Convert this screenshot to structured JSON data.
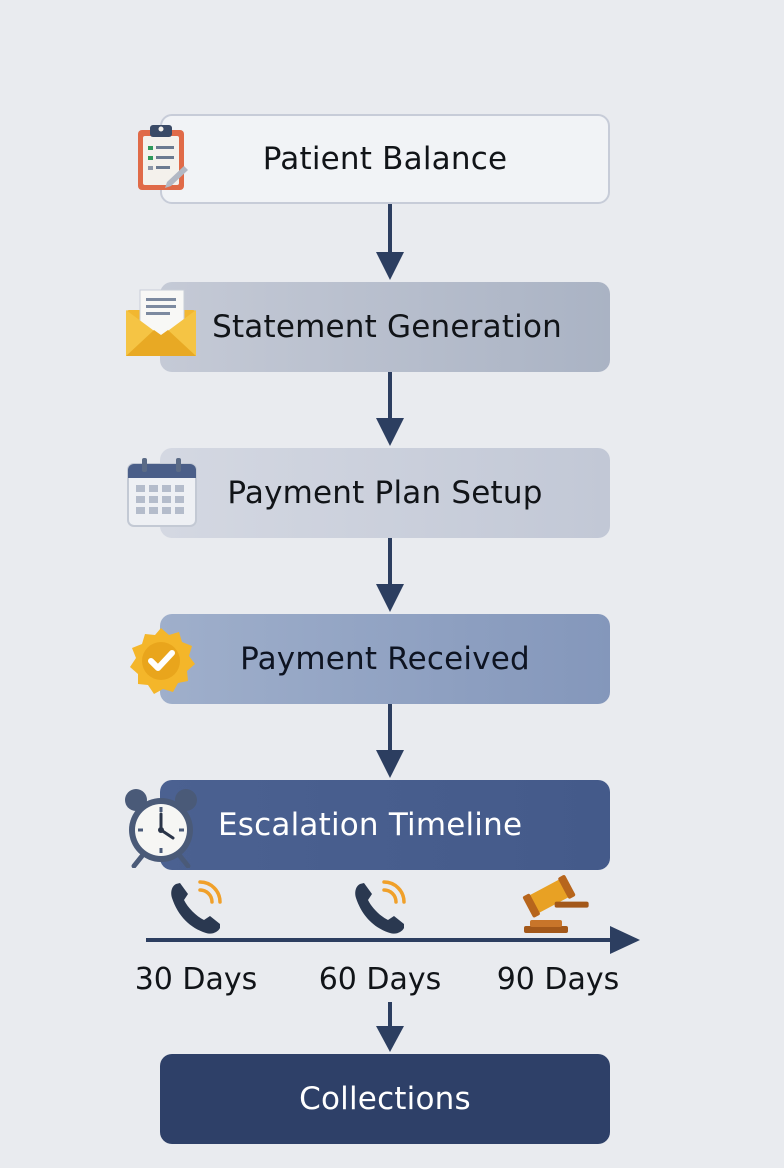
{
  "flow": {
    "steps": [
      {
        "label": "Patient Balance",
        "icon": "clipboard-icon"
      },
      {
        "label": "Statement Generation",
        "icon": "envelope-icon"
      },
      {
        "label": "Payment Plan Setup",
        "icon": "calendar-icon"
      },
      {
        "label": "Payment Received",
        "icon": "check-badge-icon"
      },
      {
        "label": "Escalation Timeline",
        "icon": "alarm-clock-icon"
      }
    ],
    "timeline": [
      {
        "label": "30 Days",
        "icon": "phone-icon"
      },
      {
        "label": "60 Days",
        "icon": "phone-icon"
      },
      {
        "label": "90 Days",
        "icon": "gavel-icon"
      }
    ],
    "final": {
      "label": "Collections"
    }
  },
  "colors": {
    "arrow": "#2c3e60",
    "node_balance": "#f1f3f6",
    "node_statement": "#aab3c4",
    "node_plan": "#c2c8d6",
    "node_received": "#8497bb",
    "node_escalation": "#445a8a",
    "node_collections": "#2e4068",
    "background": "#e9ebef"
  }
}
